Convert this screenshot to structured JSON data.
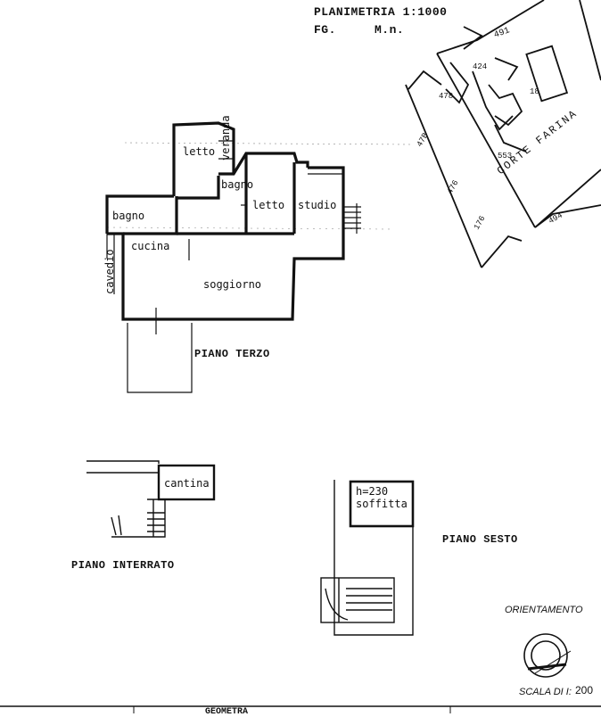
{
  "header": {
    "title": "PLANIMETRIA  1:1000",
    "fg_label": "FG.",
    "mn_label": "M.n."
  },
  "cadastral": {
    "parcels": [
      "491",
      "424",
      "478",
      "18",
      "553",
      "47B",
      "476",
      "176",
      "494"
    ],
    "street": "CORTE FARINA"
  },
  "floor_third": {
    "title": "PIANO TERZO",
    "rooms": [
      "letto",
      "veranda",
      "bagno",
      "letto",
      "studio",
      "bagno",
      "cucina",
      "soggiorno",
      "cavedio"
    ]
  },
  "floor_basement": {
    "title": "PIANO  INTERRATO",
    "rooms": [
      "cantina"
    ]
  },
  "floor_sixth": {
    "title": "PIANO  SESTO",
    "rooms": [
      "h=230",
      "soffitta"
    ]
  },
  "orientation": {
    "label": "ORIENTAMENTO"
  },
  "scale": {
    "label": "SCALA DI I:",
    "value": "200"
  },
  "footer": {
    "label": "GEOMETRA"
  }
}
